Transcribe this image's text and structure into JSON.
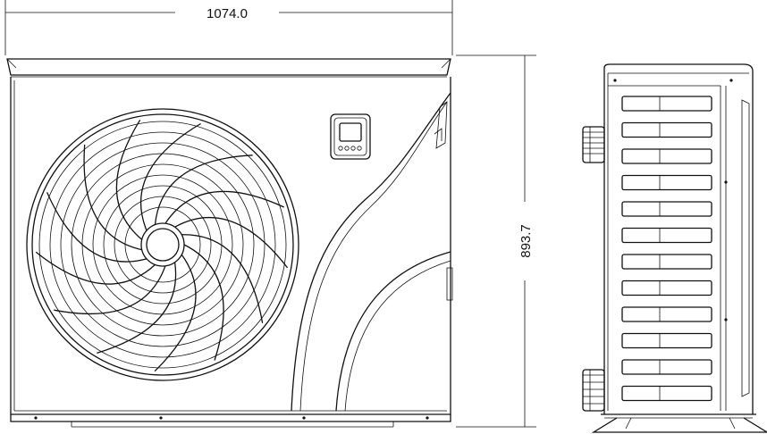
{
  "dimensions": {
    "width_label": "1074.0",
    "height_label": "893.7"
  },
  "colors": {
    "line": "#111111",
    "background": "#ffffff"
  },
  "views": {
    "front": {
      "fan_blades": 13,
      "control_panel_buttons": 4
    },
    "side": {
      "vent_rows": 12,
      "pipe_connectors": 2
    }
  }
}
